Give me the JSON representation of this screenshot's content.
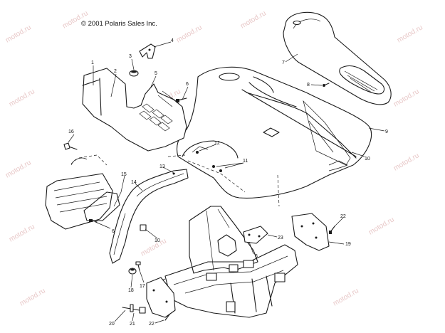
{
  "copyright": "© 2001 Polaris Sales Inc.",
  "watermark": "motod.ru",
  "callouts": {
    "n1": "1",
    "n2": "2",
    "n3": "3",
    "n4": "4",
    "n5": "5",
    "n6a": "6",
    "n6b": "6",
    "n6c": "6",
    "n7": "7",
    "n8": "8",
    "n9": "9",
    "n10a": "10",
    "n10b": "10",
    "n11": "11",
    "n12": "12",
    "n13": "13",
    "n14": "14",
    "n15": "15",
    "n16": "16",
    "n17": "17",
    "n18": "18",
    "n19": "19",
    "n20": "20",
    "n21": "21",
    "n22a": "22",
    "n22b": "22",
    "n23": "23"
  },
  "colors": {
    "line": "#1a1a1a",
    "watermark": "#e8c8c8",
    "background": "#ffffff"
  }
}
